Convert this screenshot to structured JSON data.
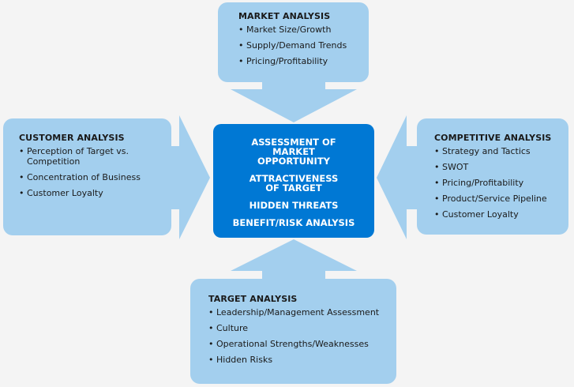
{
  "colors": {
    "background": "#F4F4F4",
    "light_blue": "#A3CFEE",
    "center_blue": "#0078D4"
  },
  "market": {
    "title": "MARKET ANALYSIS",
    "items": [
      "Market Size/Growth",
      "Supply/Demand Trends",
      "Pricing/Profitability"
    ]
  },
  "customer": {
    "title": "CUSTOMER ANALYSIS",
    "items": [
      "Perception of Target vs. Competition",
      "Concentration of Business",
      "Customer Loyalty"
    ]
  },
  "competitive": {
    "title": "COMPETITIVE ANALYSIS",
    "items": [
      "Strategy and Tactics",
      "SWOT",
      "Pricing/Profitability",
      "Product/Service Pipeline",
      "Customer Loyalty"
    ]
  },
  "target": {
    "title": "TARGET ANALYSIS",
    "items": [
      "Leadership/Management Assessment",
      "Culture",
      "Operational Strengths/Weaknesses",
      "Hidden Risks"
    ]
  },
  "center": {
    "lines": [
      "ASSESSMENT OF MARKET OPPORTUNITY",
      "ATTRACTIVENESS OF TARGET",
      "HIDDEN THREATS",
      "BENEFIT/RISK ANALYSIS"
    ]
  }
}
